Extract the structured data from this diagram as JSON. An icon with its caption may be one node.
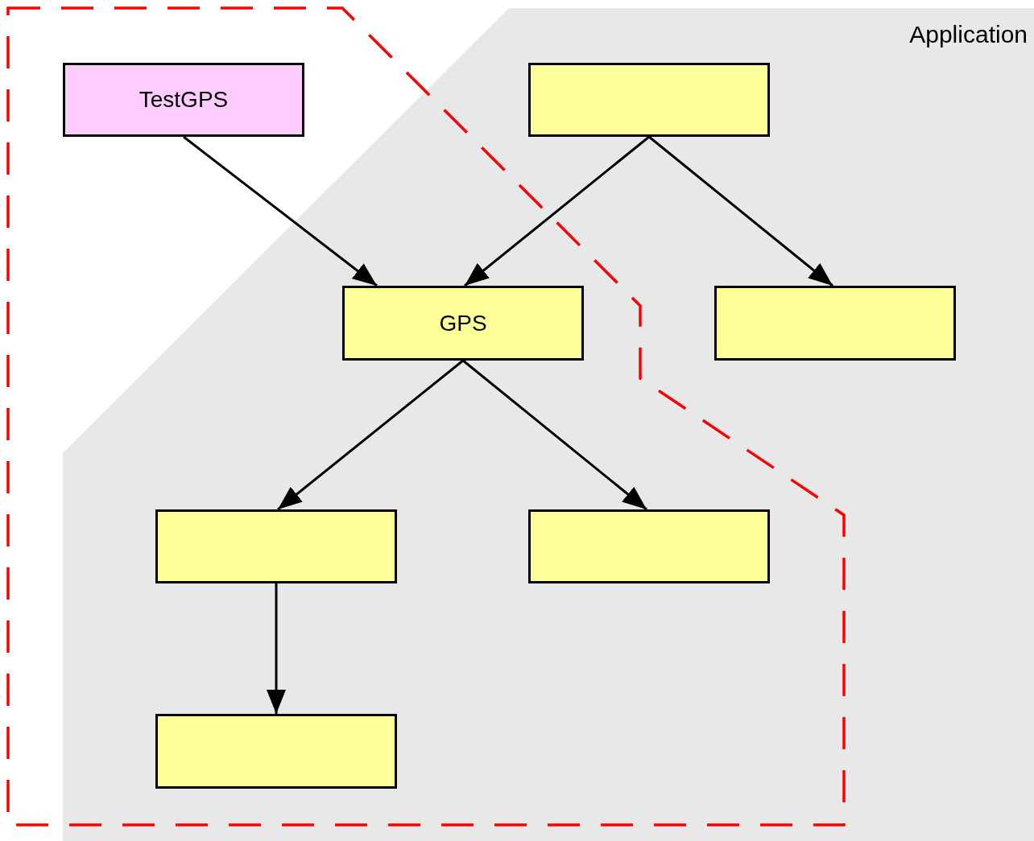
{
  "diagram": {
    "nodes": [
      {
        "text": [
          "Application"
        ]
      },
      {
        "text": [
          "TestGPS"
        ]
      },
      {
        "text": [],
        "shape": "box",
        "in": 0
      },
      {
        "text": [
          "GPS"
        ],
        "in": 0
      },
      {
        "text": [],
        "shape": "box",
        "in": 0
      },
      {
        "text": [],
        "shape": "box",
        "in": 0
      },
      {
        "text": [],
        "shape": "box",
        "in": 0
      },
      {
        "text": [],
        "shape": "box",
        "in": 0
      }
    ],
    "edges": [
      {
        "from": 1,
        "to": 3,
        "arrow": "to"
      },
      {
        "from": 2,
        "to": 3,
        "arrow": "to"
      },
      {
        "from": 2,
        "to": 4,
        "arrow": "to"
      },
      {
        "from": 3,
        "to": 5,
        "arrow": "to"
      },
      {
        "from": 3,
        "to": 6,
        "arrow": "to"
      },
      {
        "from": 5,
        "to": 7,
        "arrow": "to"
      }
    ]
  }
}
